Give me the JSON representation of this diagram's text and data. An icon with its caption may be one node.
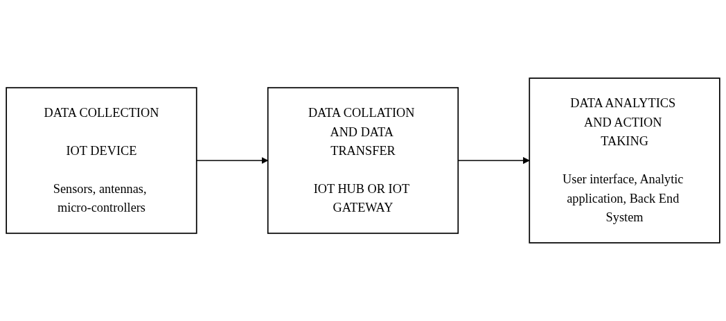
{
  "diagram": {
    "nodes": [
      {
        "text": [
          "DATA COLLECTION",
          "IOT DEVICE",
          "Sensors, antennas, micro-controllers"
        ]
      },
      {
        "text": [
          "DATA COLLATION AND DATA TRANSFER",
          "IOT HUB OR IOT GATEWAY"
        ]
      },
      {
        "text": [
          "DATA ANALYTICS AND ACTION TAKING",
          "User interface, Analytic application, Back End System"
        ]
      }
    ],
    "edges": [
      {
        "from": 0,
        "to": 1,
        "arrow": "to"
      },
      {
        "from": 1,
        "to": 2,
        "arrow": "to"
      }
    ]
  }
}
